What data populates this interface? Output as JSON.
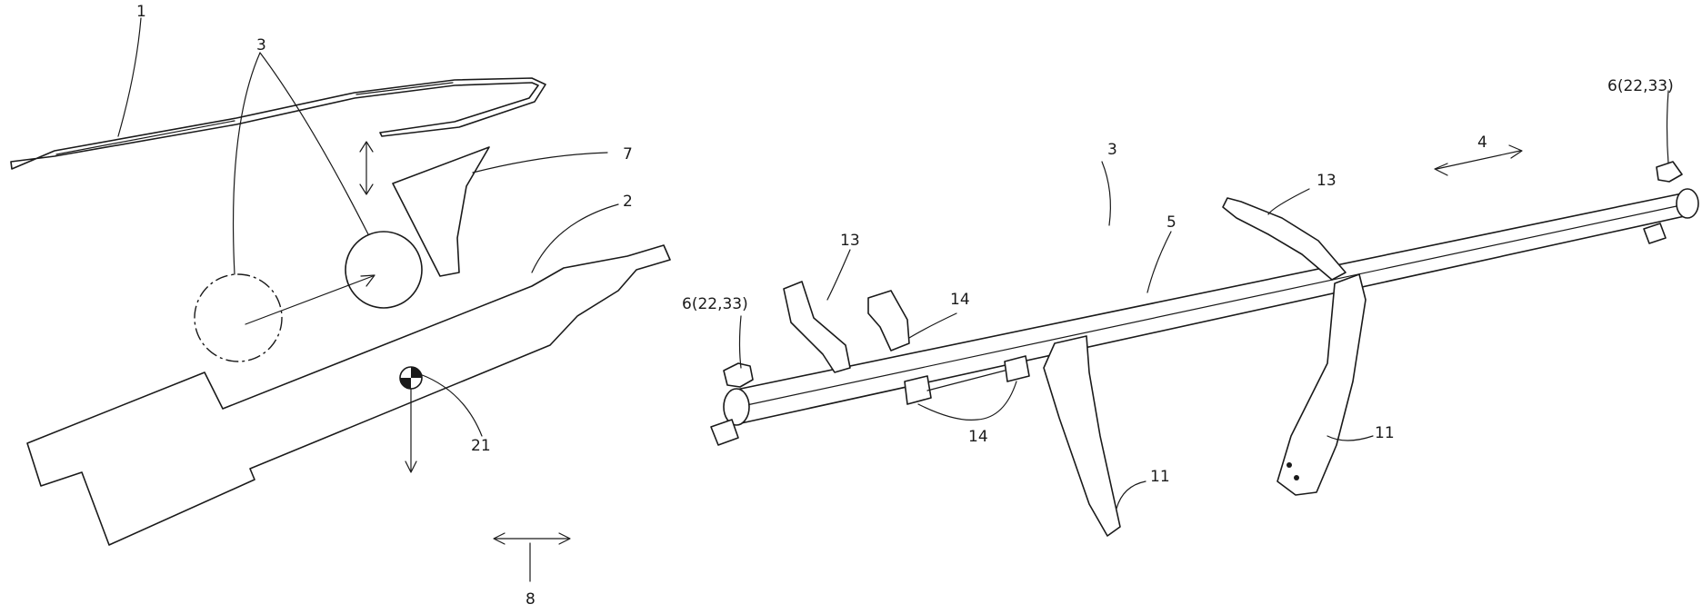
{
  "labels": {
    "n1": "1",
    "n2": "2",
    "n3_left": "3",
    "n7": "7",
    "n21": "21",
    "n8": "8",
    "n3_right": "3",
    "n4": "4",
    "n5": "5",
    "n6_left": "6(22,33)",
    "n6_right": "6(22,33)",
    "n13_left": "13",
    "n13_right": "13",
    "n14_top": "14",
    "n14_bottom": "14",
    "n11_center": "11",
    "n11_right": "11"
  },
  "colors": {
    "line": "#1a1a1a",
    "background": "#ffffff"
  }
}
